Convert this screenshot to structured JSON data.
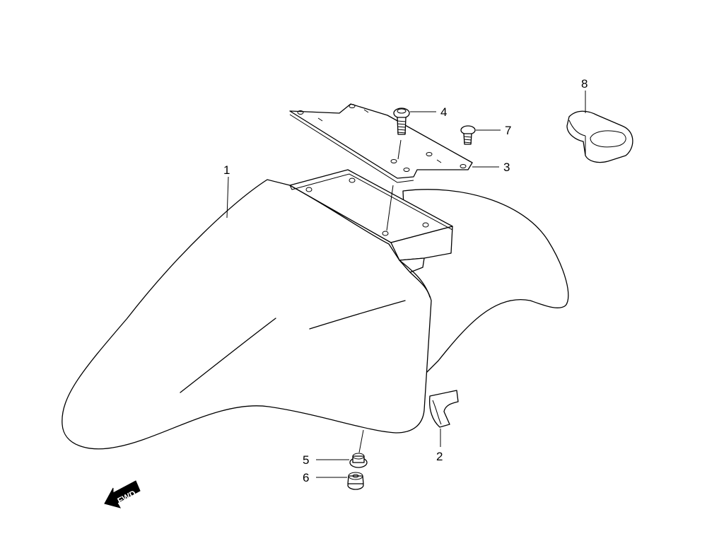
{
  "callouts": [
    {
      "id": "1",
      "label": "1"
    },
    {
      "id": "2",
      "label": "2"
    },
    {
      "id": "3",
      "label": "3"
    },
    {
      "id": "4",
      "label": "4"
    },
    {
      "id": "5",
      "label": "5"
    },
    {
      "id": "6",
      "label": "6"
    },
    {
      "id": "7",
      "label": "7"
    },
    {
      "id": "8",
      "label": "8"
    }
  ],
  "direction_arrow": {
    "label": "FWD",
    "icon": "forward-arrow-icon"
  },
  "colors": {
    "line": "#000000",
    "background": "#ffffff"
  }
}
